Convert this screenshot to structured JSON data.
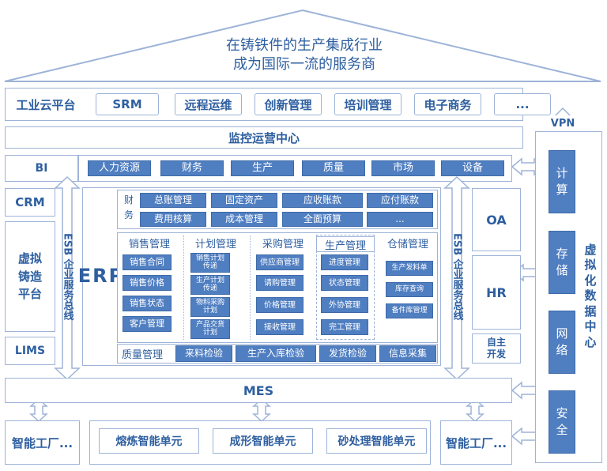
{
  "roof": {
    "line1": "在铸铁件的生产集成行业",
    "line2": "成为国际一流的服务商"
  },
  "cloud": {
    "label": "工业云平台",
    "items": [
      "SRM",
      "远程运维",
      "创新管理",
      "培训管理",
      "电子商务",
      "..."
    ]
  },
  "monitor": "监控运营中心",
  "bi": {
    "label": "BI",
    "items": [
      "人力资源",
      "财务",
      "生产",
      "质量",
      "市场",
      "设备"
    ]
  },
  "left": {
    "crm": "CRM",
    "virtual_casting": "虚拟铸造平台",
    "lims": "LIMS"
  },
  "esb": "ESB 企业服务总线",
  "erp": {
    "title": "ERP",
    "finance_label": "财务",
    "finance_items": [
      "总账管理",
      "固定资产",
      "应收账款",
      "应付账款",
      "费用核算",
      "成本管理",
      "全面预算",
      "..."
    ],
    "columns": [
      {
        "title": "销售管理",
        "items": [
          "销售合同",
          "销售价格",
          "销售状态",
          "客户管理"
        ]
      },
      {
        "title": "计划管理",
        "items": [
          "销售计划传递",
          "生产计划传递",
          "物料采购计划",
          "产品交货计划"
        ]
      },
      {
        "title": "采购管理",
        "items": [
          "供应商管理",
          "请购管理",
          "价格管理",
          "接收管理"
        ]
      },
      {
        "title": "生产管理",
        "items": [
          "进度管理",
          "状态管理",
          "外协管理",
          "完工管理"
        ]
      },
      {
        "title": "仓储管理",
        "items": [
          "生产发料单",
          "库存查询",
          "备件库管理"
        ]
      }
    ],
    "quality_label": "质量管理",
    "quality_items": [
      "来料检验",
      "生产入库检验",
      "发货检验",
      "信息采集"
    ]
  },
  "right": {
    "oa": "OA",
    "hr": "HR",
    "self_dev": "自主开发"
  },
  "vpn": "VPN",
  "datacenter": {
    "items": [
      "计算",
      "存储",
      "网络",
      "安全"
    ],
    "label": "虚拟化数据中心"
  },
  "mes": "MES",
  "bottom": {
    "left": "智能工厂...",
    "units": [
      "熔炼智能单元",
      "成形智能单元",
      "砂处理智能单元"
    ],
    "right": "智能工厂..."
  }
}
